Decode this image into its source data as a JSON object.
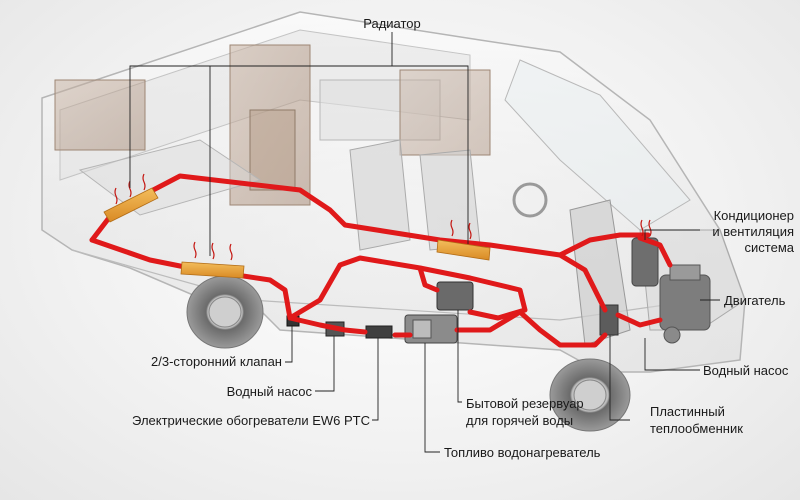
{
  "labels": {
    "radiator": "Радиатор",
    "ac_line1": "Кондиционер",
    "ac_line2": "и вентиляция",
    "ac_line3": "система",
    "engine": "Двигатель",
    "valve": "2/3-сторонний клапан",
    "water_pump_left": "Водный насос",
    "water_pump_right": "Водный насос",
    "heaters": "Электрические обогреватели EW6 PTC",
    "tank_line1": "Бытовой резервуар",
    "tank_line2": "для горячей воды",
    "plate_line1": "Пластинный",
    "plate_line2": "теплообменник",
    "fuel_heater": "Топливо водонагреватель"
  },
  "colors": {
    "pipe": "#e0191a",
    "radiator": "#e8a23a",
    "leader": "#222222",
    "body": "#c9c9c9"
  }
}
